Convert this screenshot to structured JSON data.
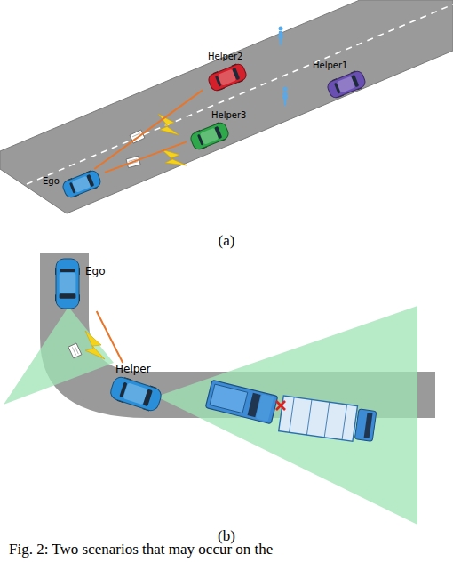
{
  "diagram": {
    "caption": "Fig. 2: Two scenarios that may occur on the",
    "nodes": [
      {
        "text": [
          "Helper2"
        ]
      },
      {
        "text": [
          "Helper1"
        ]
      },
      {
        "text": [
          "Helper3"
        ]
      },
      {
        "text": [
          "Ego"
        ]
      },
      {
        "text": [
          "Ego"
        ]
      },
      {
        "text": [
          "Helper"
        ]
      }
    ],
    "edges": [
      {
        "from": 3,
        "to": 0,
        "arrow": "none"
      },
      {
        "from": 3,
        "to": 2,
        "arrow": "none"
      },
      {
        "from": 4,
        "to": 5,
        "arrow": "none"
      }
    ],
    "labels": [
      "(a)",
      "(b)"
    ]
  }
}
